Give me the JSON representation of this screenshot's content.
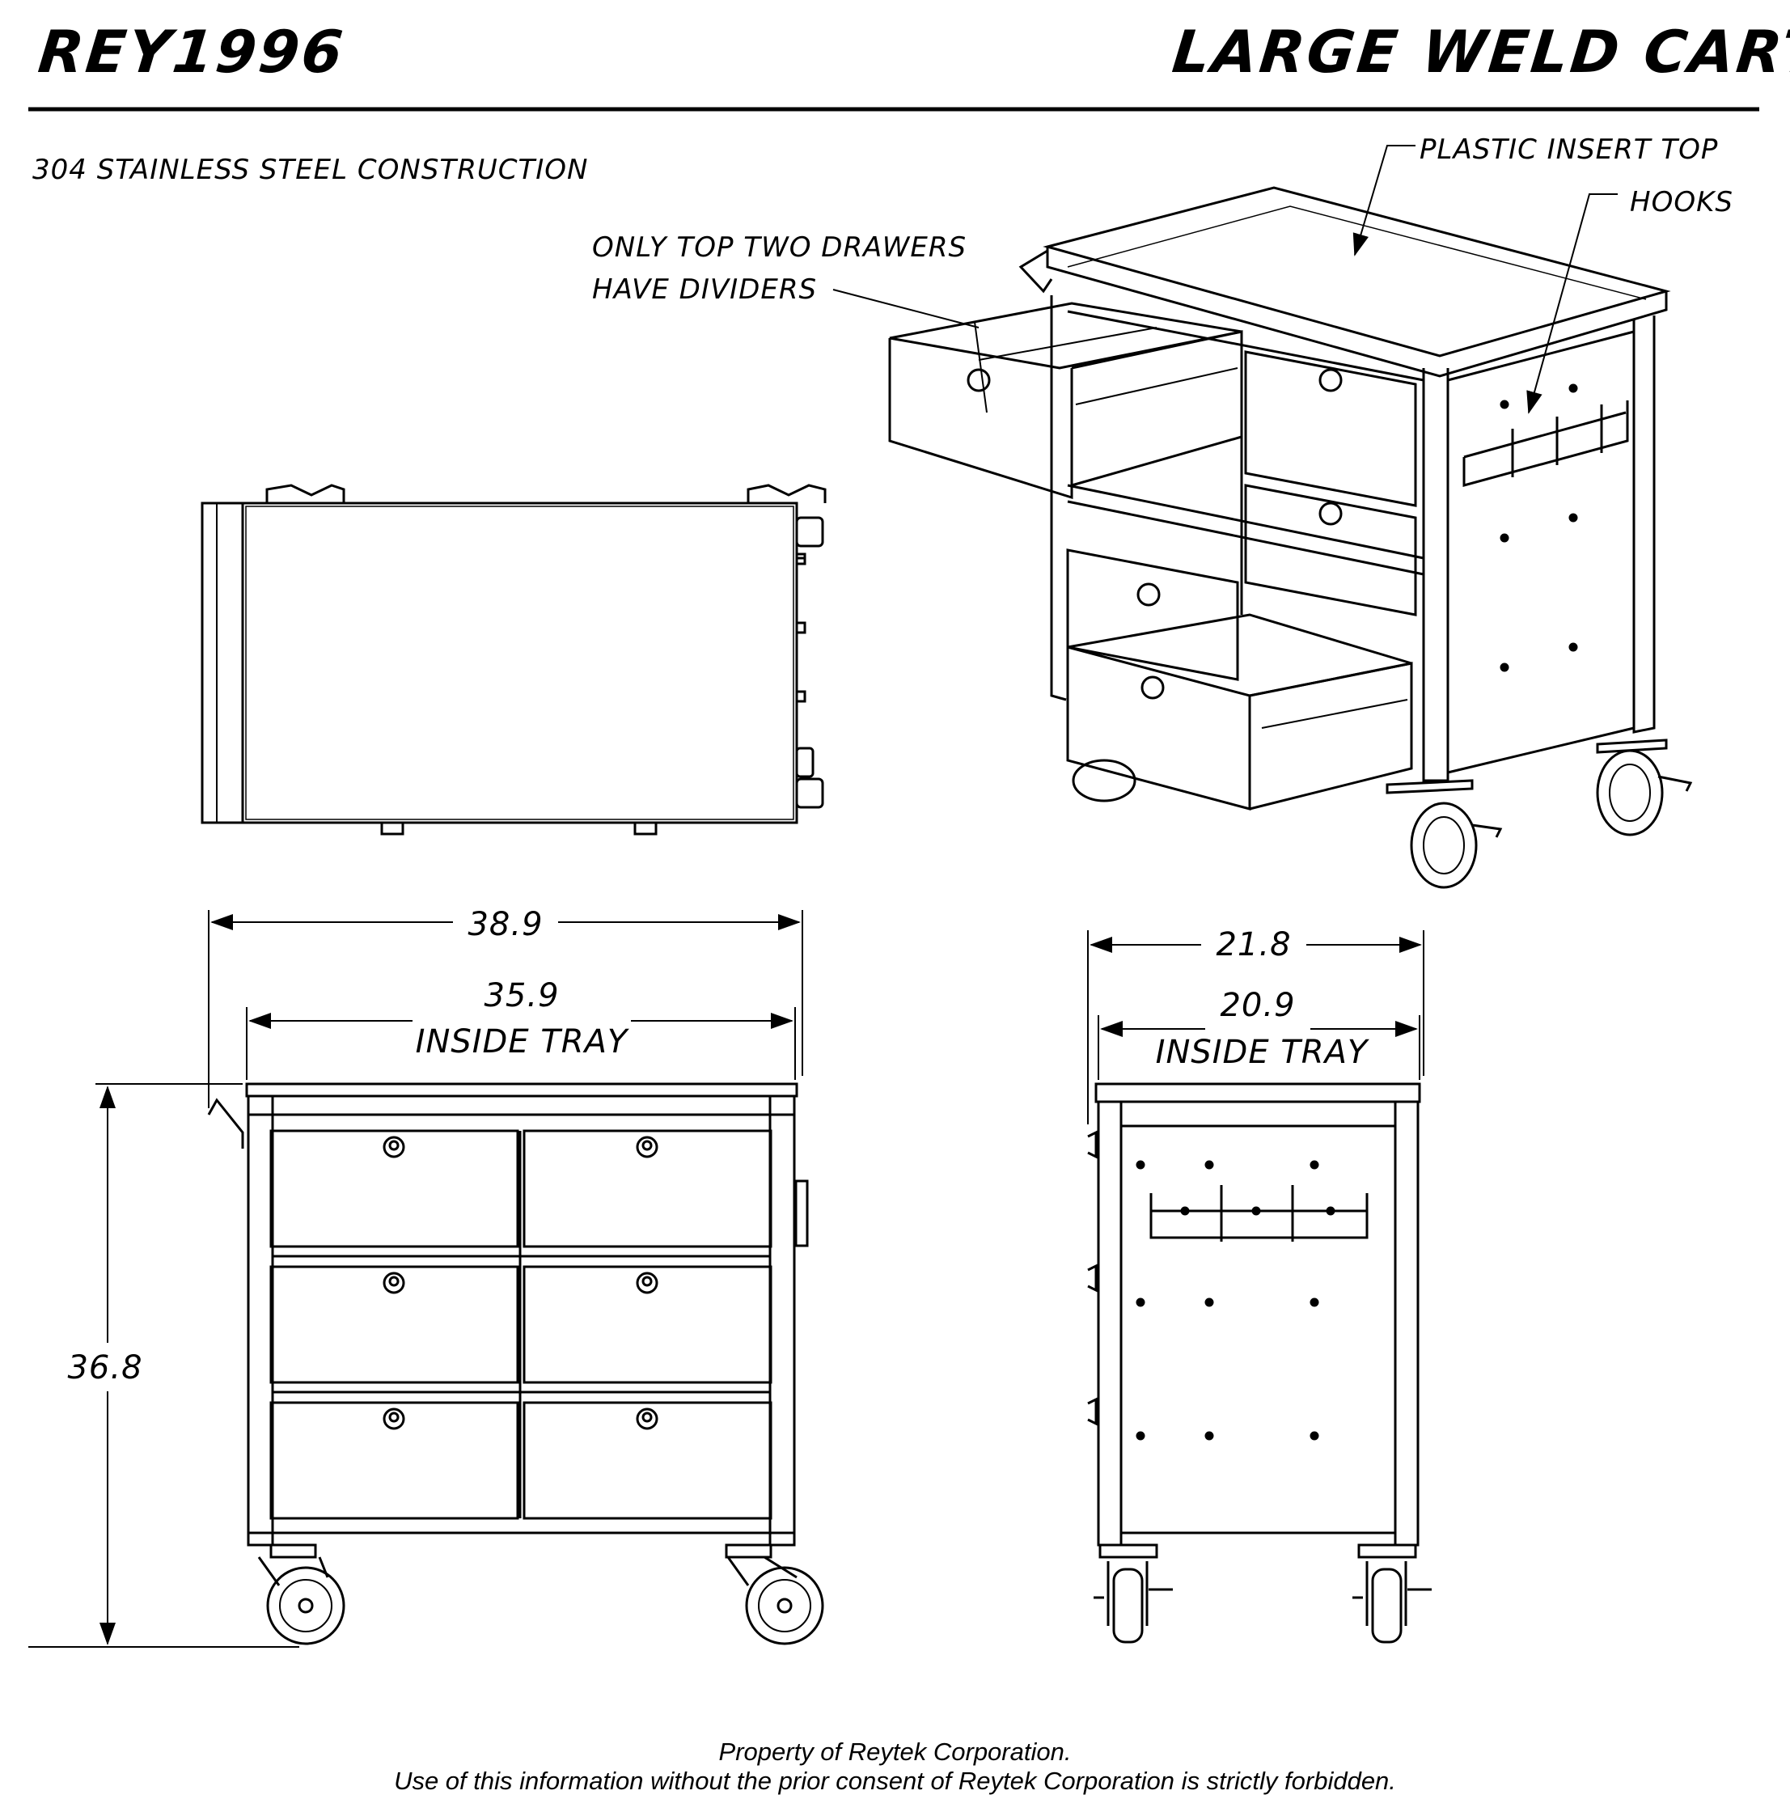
{
  "header": {
    "part_number": "REY1996",
    "title": "LARGE WELD CART"
  },
  "notes": {
    "material": "304 STAINLESS STEEL CONSTRUCTION",
    "plastic_top": "PLASTIC INSERT TOP",
    "hooks": "HOOKS",
    "dividers_line1": "ONLY TOP TWO DRAWERS",
    "dividers_line2": "HAVE DIVIDERS"
  },
  "dimensions": {
    "overall_width": "38.9",
    "inside_tray_width": "35.9",
    "inside_tray_label_front": "INSIDE TRAY",
    "height": "36.8",
    "overall_depth": "21.8",
    "inside_tray_depth": "20.9",
    "inside_tray_label_side": "INSIDE TRAY"
  },
  "footer": {
    "line1": "Property of Reytek Corporation.",
    "line2": "Use of this information without the prior consent of Reytek Corporation is strictly forbidden."
  }
}
